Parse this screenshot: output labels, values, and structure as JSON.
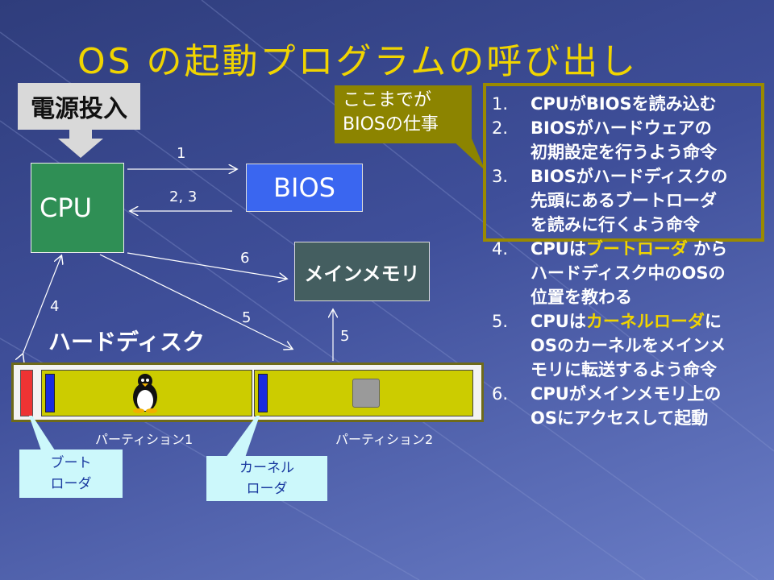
{
  "title": "OS の起動プログラムの呼び出し",
  "power": "電源投入",
  "cpu": "CPU",
  "bios": "BIOS",
  "memory": "メインメモリ",
  "hard_disk": "ハードディスク",
  "edge_labels": {
    "e1": "1",
    "e23": "2, 3",
    "e6": "6",
    "e4": "4",
    "e5a": "5",
    "e5b": "5"
  },
  "partitions": [
    "パーティション1",
    "パーティション2"
  ],
  "boot_loader": [
    "ブート",
    "ローダ"
  ],
  "kernel_loader": [
    "カーネル",
    "ローダ"
  ],
  "speech_callout": [
    "ここまでが",
    "BIOSの仕事"
  ],
  "steps": [
    {
      "n": "1.",
      "lines": [
        "CPUがBIOSを読み込む"
      ]
    },
    {
      "n": "2.",
      "lines": [
        "BIOSがハードウェアの",
        "初期設定を行うよう命令"
      ]
    },
    {
      "n": "3.",
      "lines": [
        "BIOSがハードディスクの",
        "先頭にあるブートローダ",
        "を読みに行くよう命令"
      ]
    },
    {
      "n": "4.",
      "pre": "CPUは",
      "hl": "ブートローダ",
      "post": "から",
      "lines": [
        "ハードディスク中のOSの",
        "位置を教わる"
      ]
    },
    {
      "n": "5.",
      "pre": "CPUは",
      "hl": "カーネルローダ",
      "post": "に",
      "lines": [
        "OSのカーネルをメインメ",
        "モリに転送するよう命令"
      ]
    },
    {
      "n": "6.",
      "lines": [
        "CPUがメインメモリ上の",
        "OSにアクセスして起動"
      ]
    }
  ],
  "colors": {
    "title": "#f0d400",
    "cpu": "#2f8f55",
    "bios": "#3a66f0",
    "memory": "#445e60",
    "partition": "#cccc00",
    "highlight": "#f0d400"
  }
}
